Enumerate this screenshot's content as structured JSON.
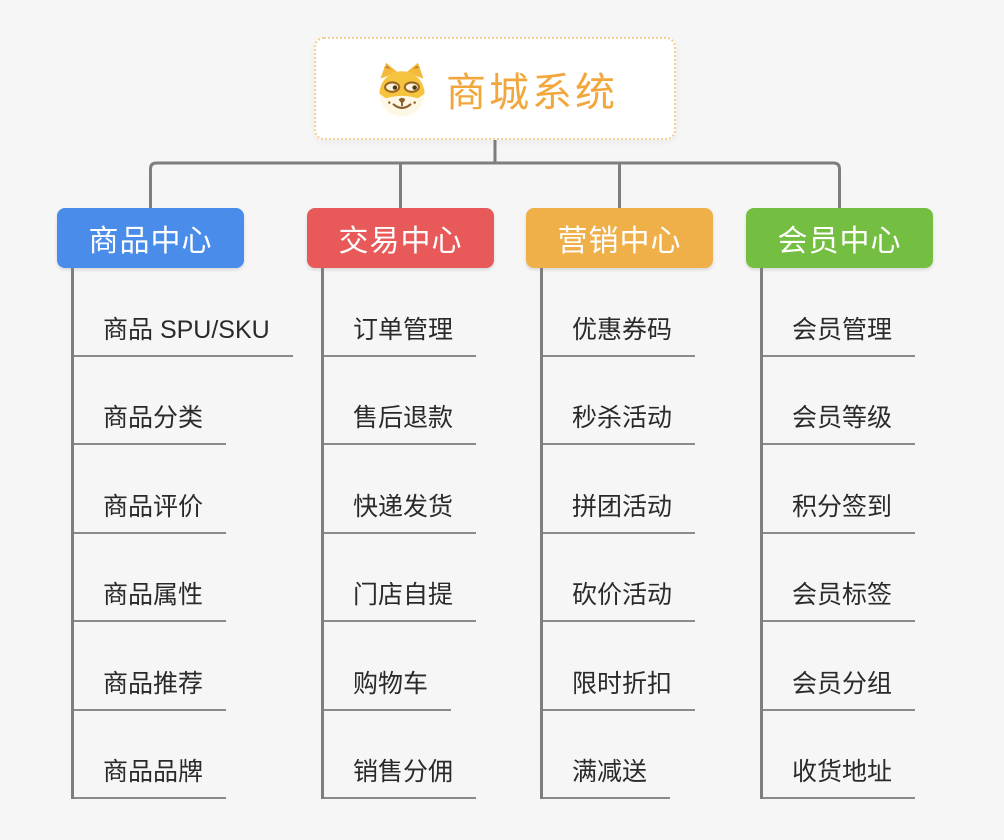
{
  "canvas": {
    "background": "#F6F6F6",
    "connector_color": "#7E7E7E",
    "underline_color": "#8A8A8A",
    "leaf_text_color": "#2A2A2A"
  },
  "root": {
    "label": "商城系统",
    "text_color": "#F2A73D",
    "border_color": "#F4CE93",
    "icon": "doge-face-icon"
  },
  "branches": [
    {
      "label": "商品中心",
      "color": "#4A8CEA",
      "children": [
        "商品 SPU/SKU",
        "商品分类",
        "商品评价",
        "商品属性",
        "商品推荐",
        "商品品牌"
      ]
    },
    {
      "label": "交易中心",
      "color": "#E85A5A",
      "children": [
        "订单管理",
        "售后退款",
        "快递发货",
        "门店自提",
        "购物车",
        "销售分佣"
      ]
    },
    {
      "label": "营销中心",
      "color": "#EFB04A",
      "children": [
        "优惠券码",
        "秒杀活动",
        "拼团活动",
        "砍价活动",
        "限时折扣",
        "满减送"
      ]
    },
    {
      "label": "会员中心",
      "color": "#74BE42",
      "children": [
        "会员管理",
        "会员等级",
        "积分签到",
        "会员标签",
        "会员分组",
        "收货地址"
      ]
    }
  ]
}
